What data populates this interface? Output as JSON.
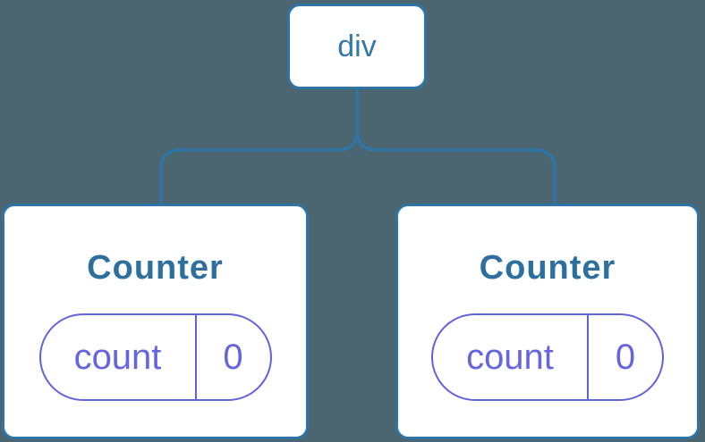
{
  "diagram": {
    "root": {
      "label": "div"
    },
    "children": [
      {
        "title": "Counter",
        "state": {
          "key": "count",
          "value": "0"
        }
      },
      {
        "title": "Counter",
        "state": {
          "key": "count",
          "value": "0"
        }
      }
    ]
  },
  "colors": {
    "background": "#4c6671",
    "node_fill": "#ffffff",
    "tree_line": "#2e74a4",
    "root_label_text": "#3679a8",
    "component_title_text": "#2d6f9e",
    "state_accent": "#6262dc"
  }
}
